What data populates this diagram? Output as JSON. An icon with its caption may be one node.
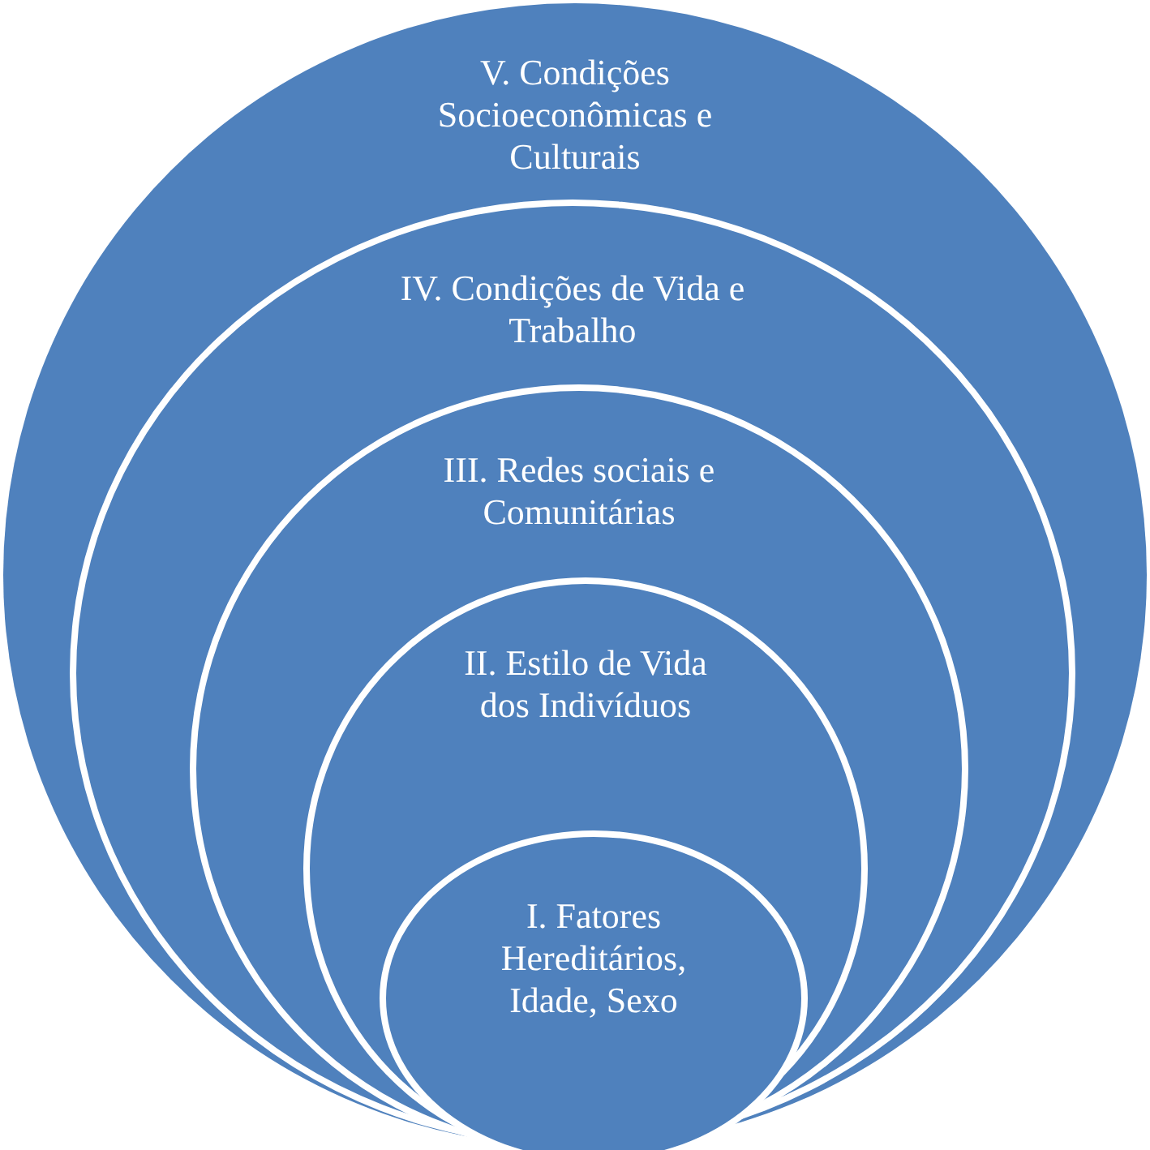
{
  "diagram": {
    "nodes": [
      {
        "text": [
          "V. Condições Socioeconômicas e Culturais"
        ]
      },
      {
        "text": [
          "IV. Condições de Vida e Trabalho"
        ],
        "in": 0
      },
      {
        "text": [
          "III. Redes sociais e Comunitárias"
        ],
        "in": 1
      },
      {
        "text": [
          "II. Estilo de Vida dos Indivíduos"
        ],
        "in": 2
      },
      {
        "text": [
          "I. Fatores Hereditários, Idade, Sexo"
        ],
        "in": 3
      }
    ]
  }
}
